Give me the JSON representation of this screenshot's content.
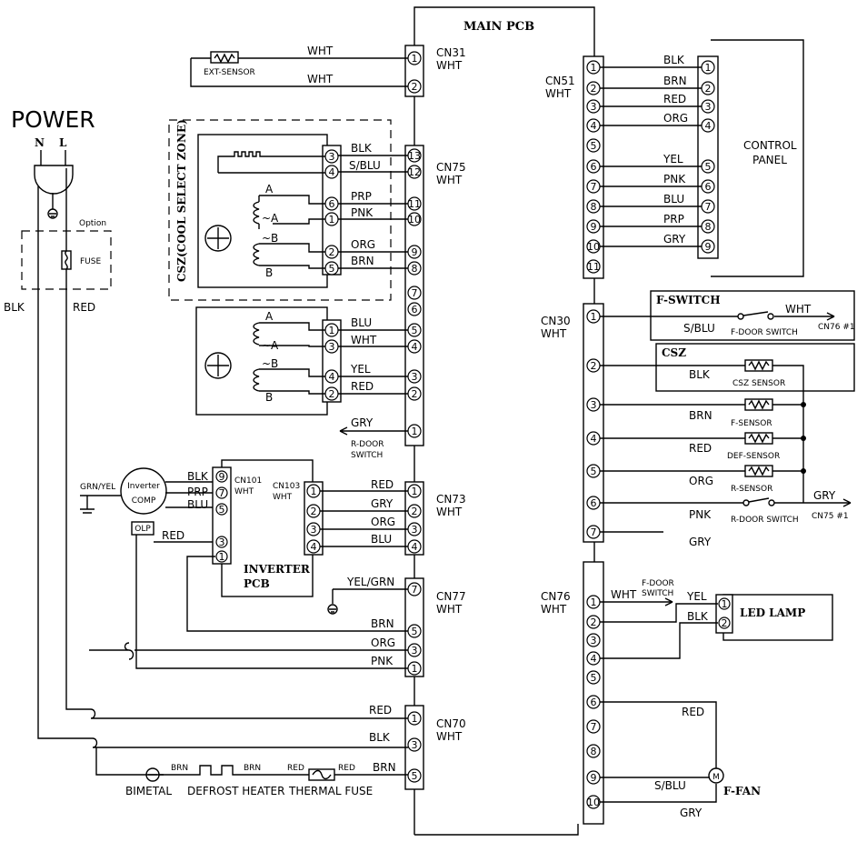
{
  "titles": {
    "main_pcb": "MAIN PCB",
    "power": "POWER",
    "control_panel_1": "CONTROL",
    "control_panel_2": "PANEL",
    "inverter_pcb_1": "INVERTER",
    "inverter_pcb_2": "PCB",
    "led_lamp": "LED LAMP",
    "f_switch": "F-SWITCH",
    "csz_box": "CSZ",
    "csz_zone": "CSZ(COOL SELECT ZONE)",
    "f_fan": "F-FAN",
    "option": "Option",
    "fuse": "FUSE",
    "inverter_comp_1": "Inverter",
    "inverter_comp_2": "COMP",
    "olp": "OLP",
    "ext_sensor": "EXT-SENSOR",
    "n": "N",
    "l": "L",
    "motor": "M"
  },
  "connectors": {
    "cn31": "CN31",
    "cn75": "CN75",
    "cn73": "CN73",
    "cn77": "CN77",
    "cn70": "CN70",
    "cn51": "CN51",
    "cn30": "CN30",
    "cn76": "CN76",
    "cn101": "CN101",
    "cn103": "CN103",
    "wht": "WHT"
  },
  "wires": {
    "wht": "WHT",
    "blk": "BLK",
    "sblu": "S/BLU",
    "prp": "PRP",
    "pnk": "PNK",
    "org": "ORG",
    "brn": "BRN",
    "blu": "BLU",
    "yel": "YEL",
    "red": "RED",
    "gry": "GRY",
    "grnyel": "GRN/YEL",
    "yelgrn": "YEL/GRN"
  },
  "coils": {
    "a": "A",
    "na": "~A",
    "b": "B",
    "nb": "~B"
  },
  "components": {
    "r_door_1": "R-DOOR",
    "r_door_2": "SWITCH",
    "bimetal": "BIMETAL",
    "defrost_heater": "DEFROST HEATER",
    "thermal_fuse": "THERMAL FUSE",
    "f_door_switch": "F-DOOR SWITCH",
    "csz_sensor": "CSZ SENSOR",
    "f_sensor": "F-SENSOR",
    "def_sensor": "DEF-SENSOR",
    "r_sensor": "R-SENSOR",
    "r_door_switch": "R-DOOR SWITCH",
    "cn76_1": "CN76 #1",
    "cn75_1": "CN75 #1",
    "f_door_1": "F-DOOR",
    "f_door_2": "SWITCH"
  },
  "pins": [
    "1",
    "2",
    "3",
    "4",
    "5",
    "6",
    "7",
    "8",
    "9",
    "10",
    "11",
    "12",
    "13"
  ]
}
